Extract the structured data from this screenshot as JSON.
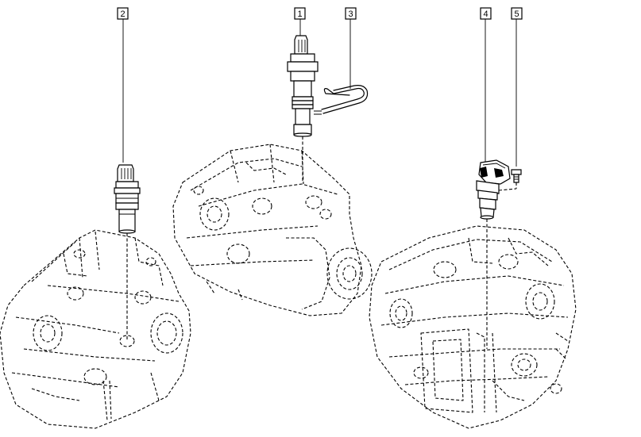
{
  "callouts": [
    {
      "id": "1",
      "label": "1"
    },
    {
      "id": "2",
      "label": "2"
    },
    {
      "id": "3",
      "label": "3"
    },
    {
      "id": "4",
      "label": "4"
    },
    {
      "id": "5",
      "label": "5"
    }
  ],
  "colors": {
    "ink": "#000000",
    "paper": "#ffffff"
  }
}
